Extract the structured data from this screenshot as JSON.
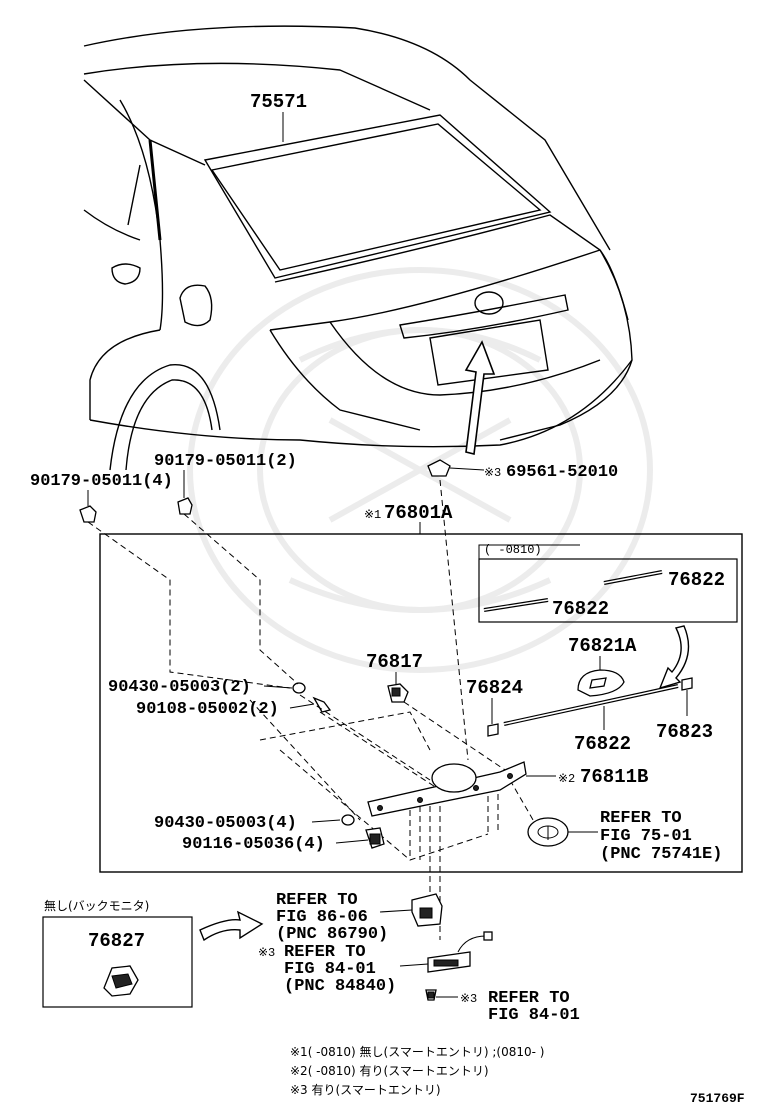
{
  "parts": {
    "p75571": "75571",
    "p69561": "69561-52010",
    "p69561_mark": "※3",
    "p76801": "76801A",
    "p76801_mark": "※1",
    "bolt_left": "90179-05011(4)",
    "bolt_right": "90179-05011(2)",
    "p90430_a": "90430-05003(2)",
    "p90108": "90108-05002(2)",
    "p76817": "76817",
    "p76824": "76824",
    "p76821": "76821A",
    "p76822_a": "76822",
    "p76822_b": "76822",
    "p76822_c": "76822",
    "p76823": "76823",
    "p76811": "76811B",
    "p76811_mark": "※2",
    "p90430_b": "90430-05003(4)",
    "p90116": "90116-05036(4)",
    "p76827": "76827"
  },
  "subbox": {
    "header": "(     -0810)"
  },
  "refs": {
    "emblem_1": "REFER TO",
    "emblem_2": "FIG 75-01",
    "emblem_3": "(PNC 75741E)",
    "camera_1": "REFER TO",
    "camera_2": "FIG 86-06",
    "camera_3": "(PNC 86790)",
    "lamp_mark": "※3",
    "lamp_1": "REFER TO",
    "lamp_2": "FIG 84-01",
    "lamp_3": "(PNC 84840)",
    "screw_mark": "※3",
    "screw_1": "REFER TO",
    "screw_2": "FIG 84-01"
  },
  "inset": {
    "label": "無し(バックモニタ)"
  },
  "notes": {
    "n1": "※1(     -0810) 無し(スマートエントリ) ;(0810-     )",
    "n2": "※2(     -0810) 有り(スマートエントリ)",
    "n3": "※3 有り(スマートエントリ)"
  },
  "figure_id": "751769F"
}
